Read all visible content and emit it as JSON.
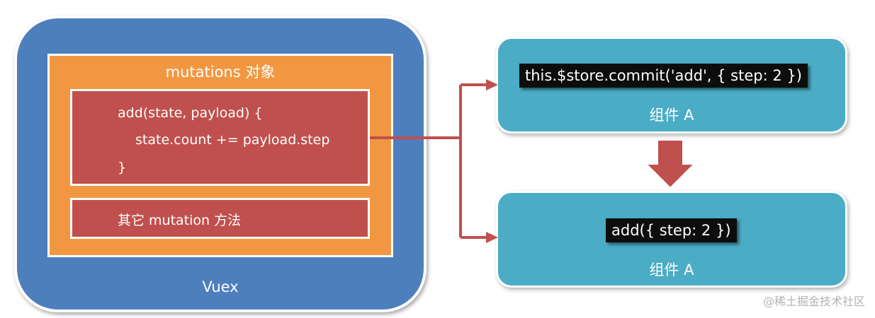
{
  "vuex": {
    "label": "Vuex"
  },
  "mutations": {
    "title": "mutations 对象",
    "code_lines": [
      "add(state, payload) {",
      "state.count += payload.step",
      "}"
    ],
    "other_methods": "其它 mutation 方法"
  },
  "component_top": {
    "code": "this.$store.commit('add', { step: 2 })",
    "label": "组件 A"
  },
  "component_bottom": {
    "code": "add({ step: 2 })",
    "label": "组件 A"
  },
  "watermark": "@稀土掘金技术社区",
  "colors": {
    "vuex": "#4e7fbd",
    "mutations": "#f29741",
    "method": "#c0504d",
    "component": "#4bacc6",
    "arrow": "#c0504d"
  }
}
